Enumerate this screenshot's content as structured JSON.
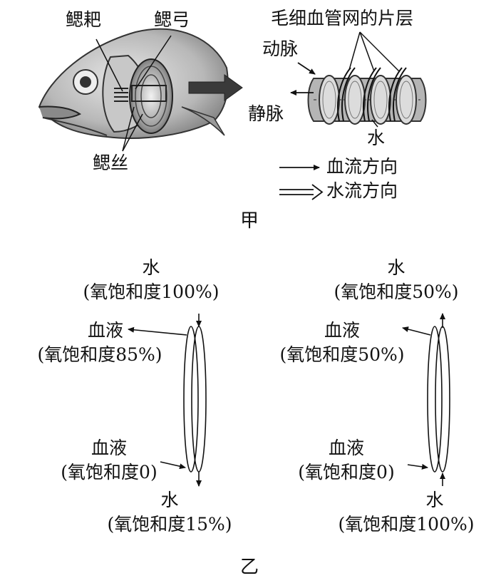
{
  "panel_jia": {
    "labels": {
      "gill_rake": "鳃耙",
      "gill_arch": "鳃弓",
      "gill_filament": "鳃丝",
      "capillary_layer": "毛细血管网的片层",
      "artery": "动脉",
      "vein": "静脉",
      "water": "水"
    },
    "legend": {
      "blood_flow": "血流方向",
      "water_flow": "水流方向"
    },
    "caption": "甲"
  },
  "panel_yi": {
    "left": {
      "water_in": "水",
      "water_in_o2": "(氧饱和度100%)",
      "blood_out": "血液",
      "blood_out_o2": "(氧饱和度85%)",
      "blood_in": "血液",
      "blood_in_o2": "(氧饱和度0)",
      "water_out": "水",
      "water_out_o2": "(氧饱和度15%)"
    },
    "right": {
      "water_out": "水",
      "water_out_o2": "(氧饱和度50%)",
      "blood_out": "血液",
      "blood_out_o2": "(氧饱和度50%)",
      "blood_in": "血液",
      "blood_in_o2": "(氧饱和度0)",
      "water_in": "水",
      "water_in_o2": "(氧饱和度100%)"
    },
    "caption": "乙"
  }
}
